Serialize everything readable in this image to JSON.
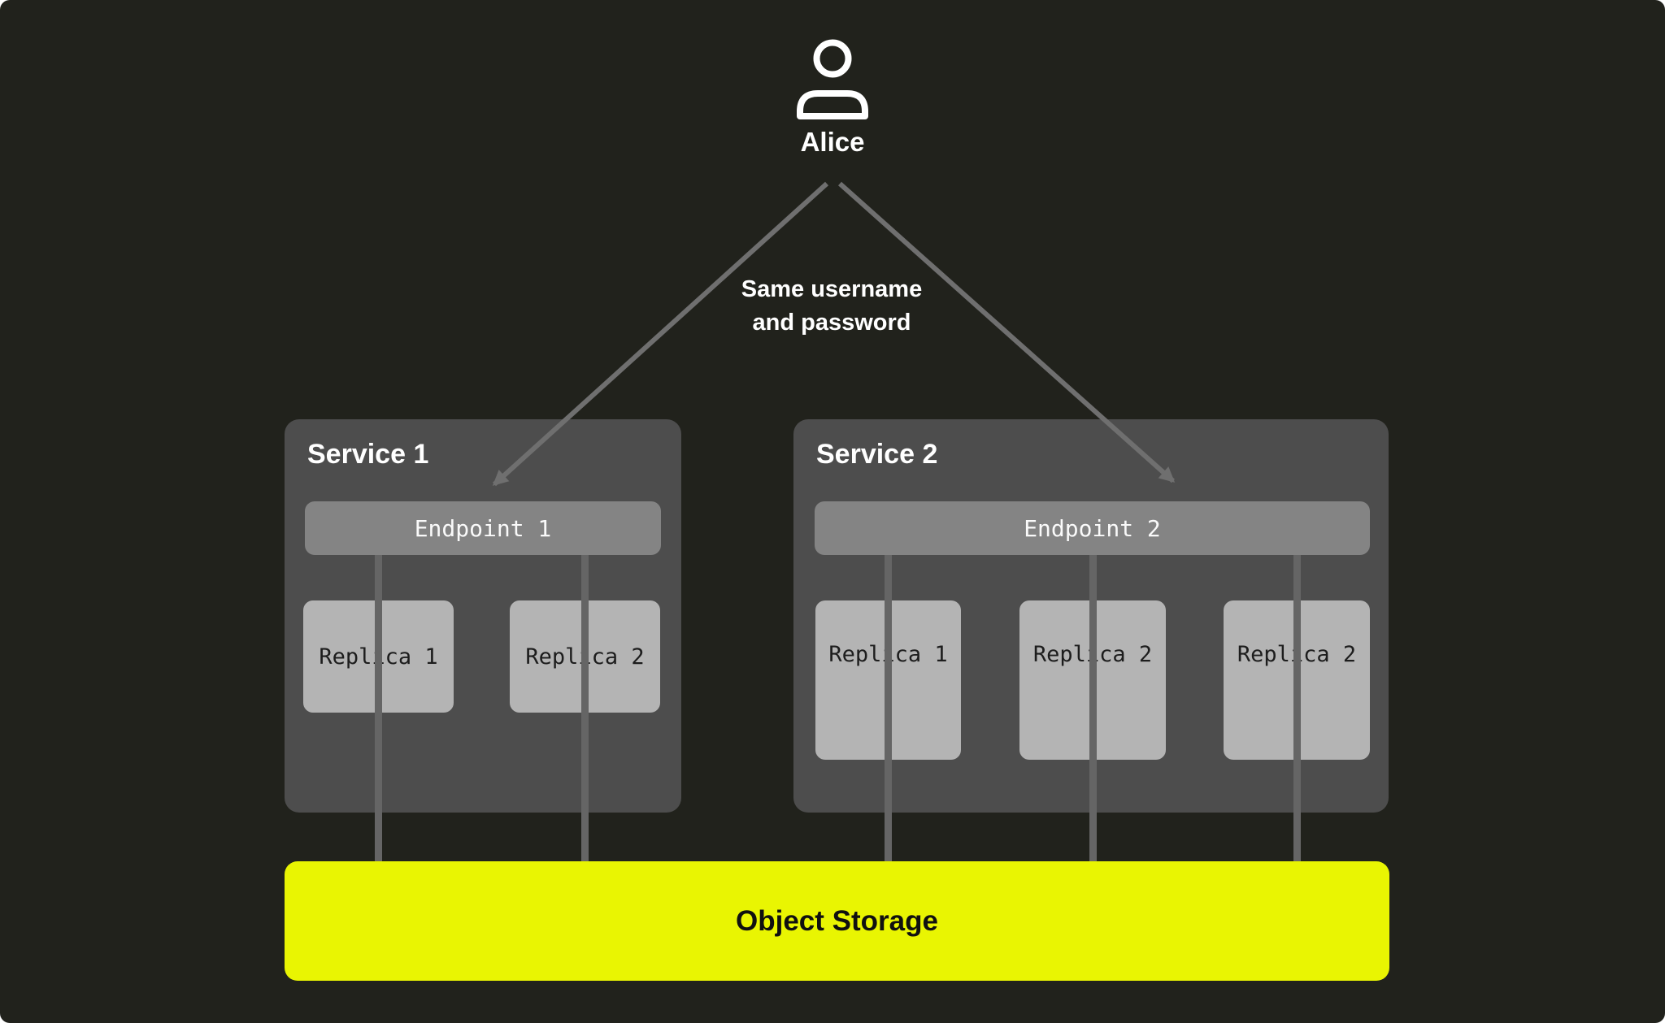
{
  "diagram": {
    "user": {
      "name": "Alice"
    },
    "connection_label": {
      "line1": "Same username",
      "line2": "and password"
    },
    "services": [
      {
        "title": "Service 1",
        "endpoint": "Endpoint 1",
        "replicas": [
          "Replica 1",
          "Replica 2"
        ]
      },
      {
        "title": "Service 2",
        "endpoint": "Endpoint 2",
        "replicas": [
          "Replica 1",
          "Replica 2",
          "Replica 2"
        ]
      }
    ],
    "storage": {
      "label": "Object Storage"
    },
    "colors": {
      "canvas_bg": "#21221c",
      "service_box": "#4d4d4d",
      "endpoint_bar": "#848484",
      "replica_box": "#b4b4b4",
      "storage_bar": "#e9f502",
      "connector_gray": "#6f6f6f",
      "text_light": "#ffffff",
      "text_dark": "#1d1d1d"
    }
  }
}
